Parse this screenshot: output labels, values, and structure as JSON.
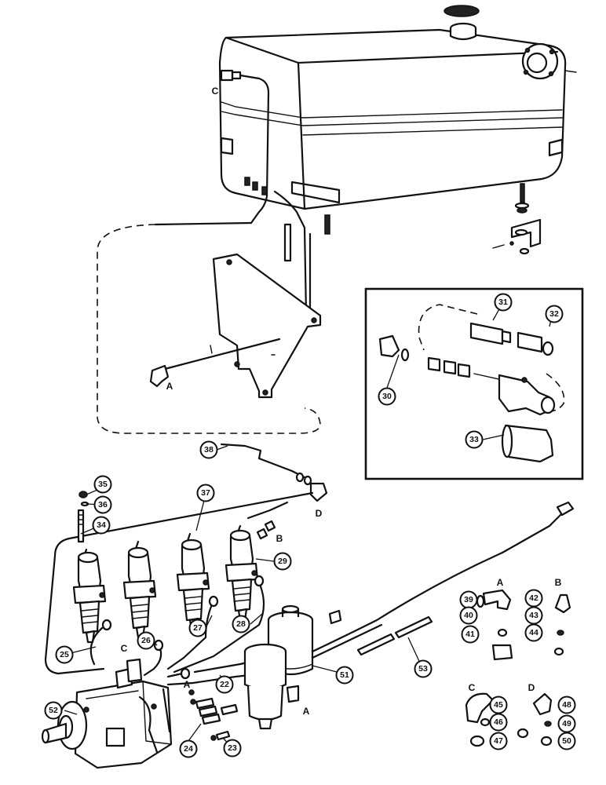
{
  "callouts": {
    "n22": "22",
    "n23": "23",
    "n24": "24",
    "n25": "25",
    "n26": "26",
    "n27": "27",
    "n28": "28",
    "n29": "29",
    "n30": "30",
    "n31": "31",
    "n32": "32",
    "n33": "33",
    "n34": "34",
    "n35": "35",
    "n36": "36",
    "n37": "37",
    "n38": "38",
    "n39": "39",
    "n40": "40",
    "n41": "41",
    "n42": "42",
    "n43": "43",
    "n44": "44",
    "n45": "45",
    "n46": "46",
    "n47": "47",
    "n48": "48",
    "n49": "49",
    "n50": "50",
    "n51": "51",
    "n52": "52",
    "n53": "53"
  },
  "letters": {
    "A": "A",
    "B": "B",
    "C": "C",
    "D": "D"
  },
  "colors": {
    "line": "#111111",
    "background": "#ffffff",
    "fill": "#e4e4e4"
  }
}
